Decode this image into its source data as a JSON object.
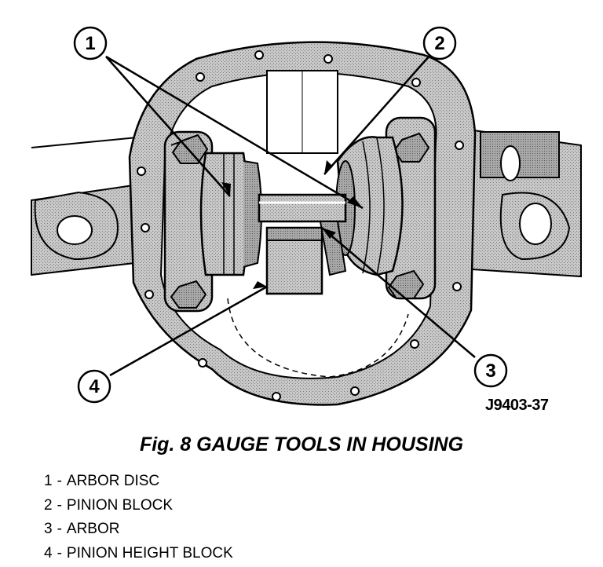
{
  "figure": {
    "code": "J9403-37",
    "caption": "Fig. 8 GAUGE TOOLS IN HOUSING",
    "callouts": [
      "1",
      "2",
      "3",
      "4"
    ]
  },
  "legend": [
    {
      "number": "1",
      "label": "ARBOR DISC"
    },
    {
      "number": "2",
      "label": "PINION BLOCK"
    },
    {
      "number": "3",
      "label": "ARBOR"
    },
    {
      "number": "4",
      "label": "PINION HEIGHT BLOCK"
    }
  ],
  "colors": {
    "ink": "#000000",
    "shade": "#bdbdbd",
    "dark": "#8a8a8a",
    "paper": "#ffffff"
  }
}
